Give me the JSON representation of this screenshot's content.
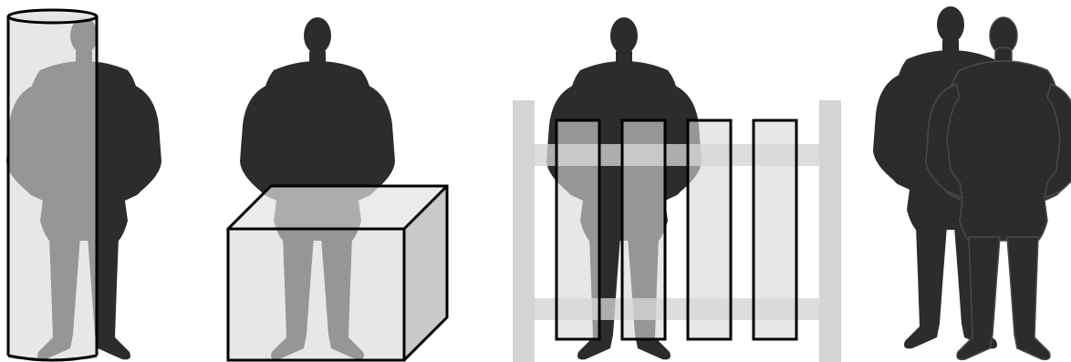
{
  "colors": {
    "silhouette": "#2c2c2c",
    "occluder_fill": "#d9d9d9",
    "occluder_side": "#bfbfbf",
    "occluder_stroke": "#000000",
    "fence_rail": "#d4d4d4"
  },
  "panels": [
    {
      "occluder": "cylinder"
    },
    {
      "occluder": "box"
    },
    {
      "occluder": "fence"
    },
    {
      "occluder": "second-person"
    }
  ]
}
